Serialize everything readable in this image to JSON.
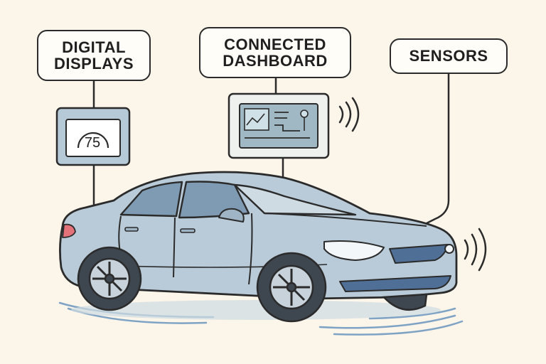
{
  "labels": {
    "digital_displays": [
      "DIGITAL",
      "DISPLAYS"
    ],
    "connected_dashboard": [
      "CONNECTED",
      "DASHBOARD"
    ],
    "sensors": "SENSORS"
  },
  "gauge": {
    "value": "75"
  },
  "colors": {
    "background": "#fcf5ea",
    "car_body": "#b9cbd8",
    "car_window": "#7f9bb3",
    "outline": "#2b2b2b",
    "screen": "#9fb8c4",
    "grille": "#4f6f96",
    "taillight": "#e4727a"
  },
  "icons": [
    "speedometer-icon",
    "wifi-signal-icon",
    "car-illustration"
  ]
}
